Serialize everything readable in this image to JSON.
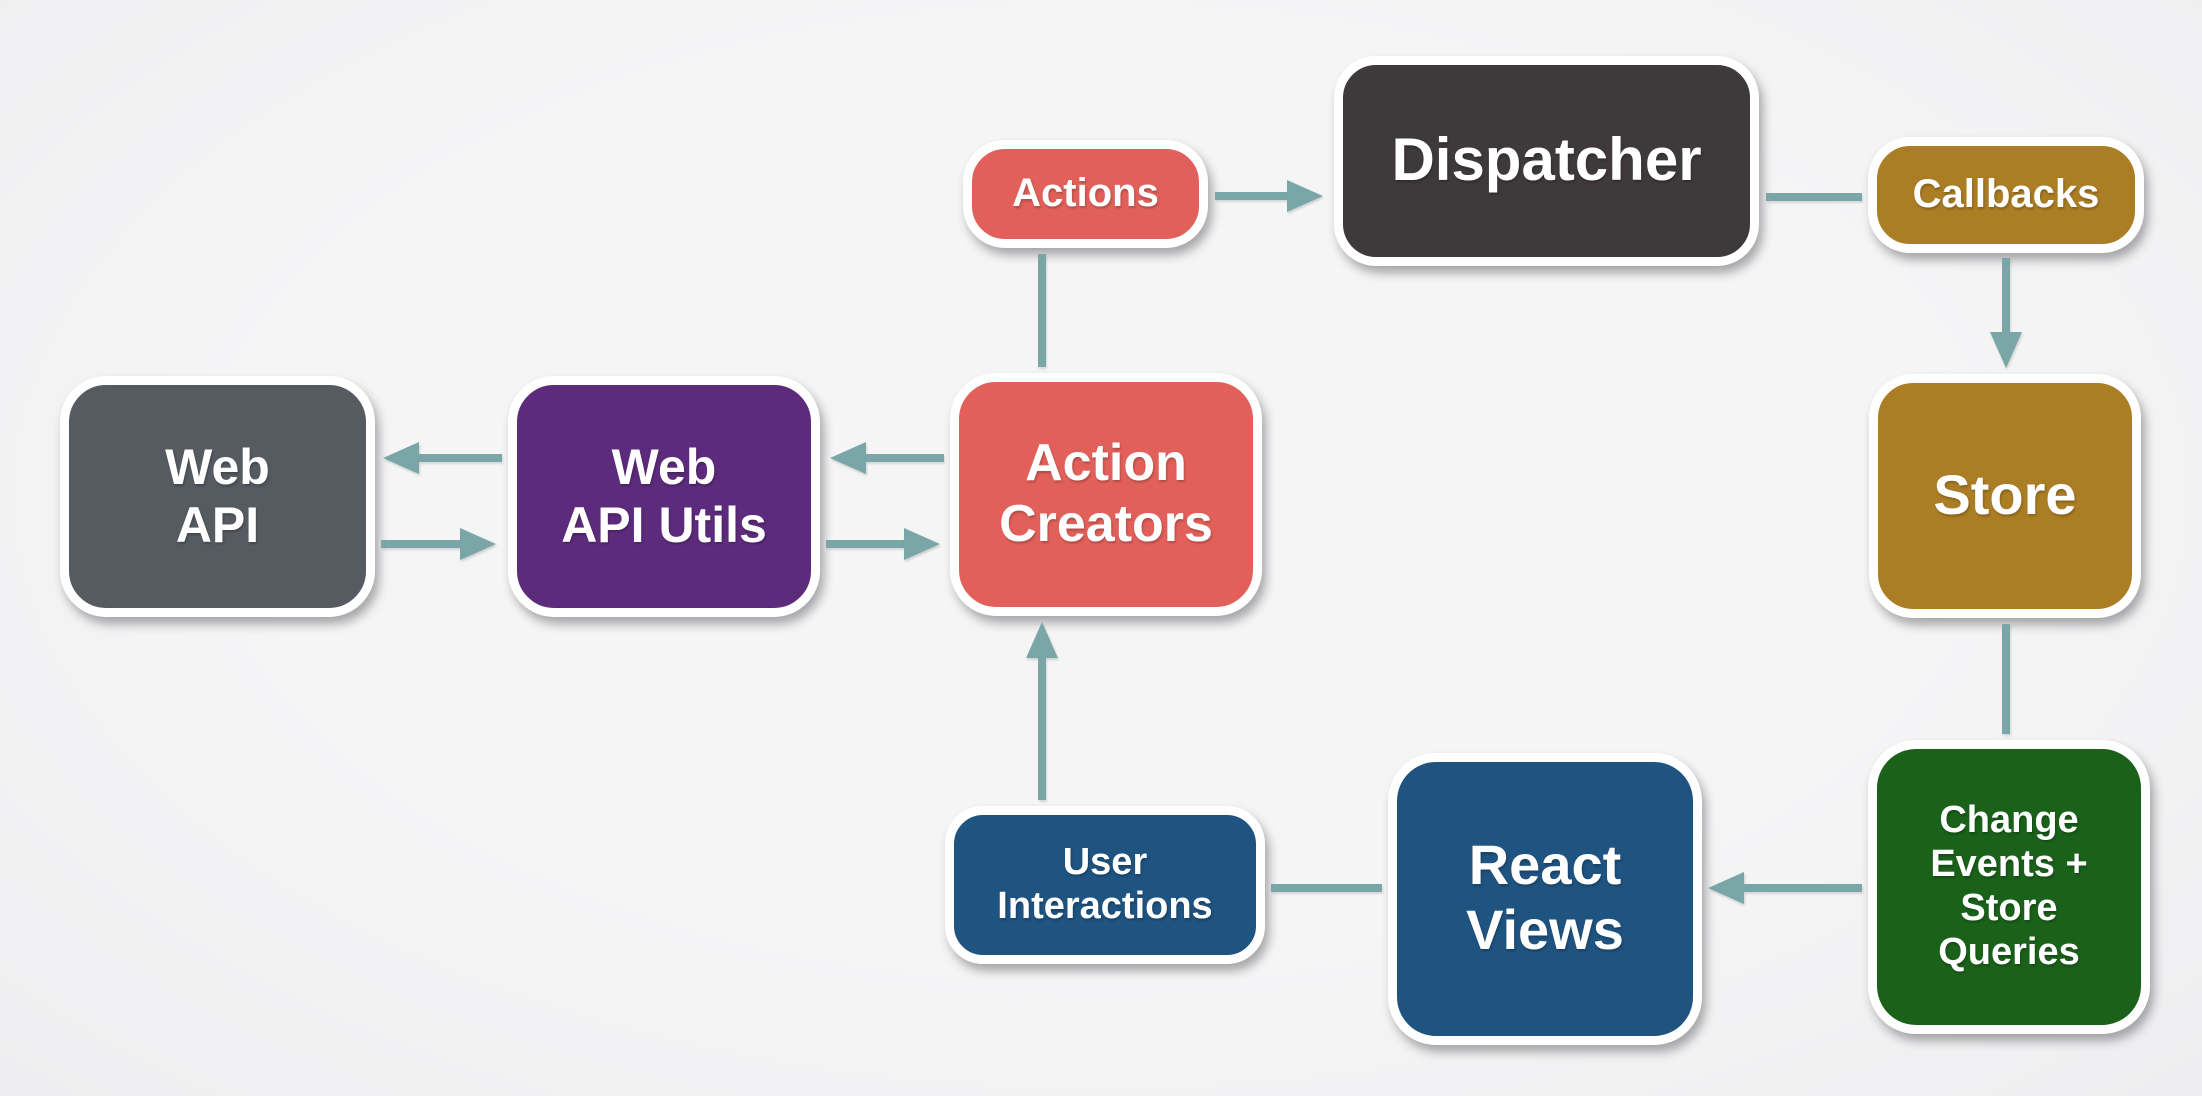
{
  "diagram": {
    "name": "flux-data-flow-diagram",
    "background_color": "#f5f5f6",
    "arrow_color": "#7aa6a8",
    "nodes": [
      {
        "id": "web-api",
        "label": "Web\nAPI",
        "color": "#565b62"
      },
      {
        "id": "web-api-utils",
        "label": "Web\nAPI Utils",
        "color": "#5d2b7c"
      },
      {
        "id": "action-creators",
        "label": "Action\nCreators",
        "color": "#e2605a"
      },
      {
        "id": "actions",
        "label": "Actions",
        "color": "#e2605a"
      },
      {
        "id": "dispatcher",
        "label": "Dispatcher",
        "color": "#3e393b"
      },
      {
        "id": "callbacks",
        "label": "Callbacks",
        "color": "#ab7d24"
      },
      {
        "id": "store",
        "label": "Store",
        "color": "#ab7d24"
      },
      {
        "id": "change-events",
        "label": "Change\nEvents +\nStore\nQueries",
        "color": "#1a611a"
      },
      {
        "id": "react-views",
        "label": "React\nViews",
        "color": "#1f5380"
      },
      {
        "id": "user-interactions",
        "label": "User\nInteractions",
        "color": "#1f5380"
      }
    ],
    "edges": [
      {
        "from": "actions",
        "to": "dispatcher",
        "arrowhead": true
      },
      {
        "from": "dispatcher",
        "to": "callbacks",
        "arrowhead": false
      },
      {
        "from": "callbacks",
        "to": "store",
        "arrowhead": true
      },
      {
        "from": "store",
        "to": "change-events",
        "arrowhead": false
      },
      {
        "from": "change-events",
        "to": "react-views",
        "arrowhead": true
      },
      {
        "from": "react-views",
        "to": "user-interactions",
        "arrowhead": false
      },
      {
        "from": "user-interactions",
        "to": "action-creators",
        "arrowhead": true
      },
      {
        "from": "action-creators",
        "to": "actions",
        "arrowhead": false
      },
      {
        "from": "action-creators",
        "to": "web-api-utils",
        "arrowhead": true
      },
      {
        "from": "web-api-utils",
        "to": "action-creators",
        "arrowhead": true
      },
      {
        "from": "web-api-utils",
        "to": "web-api",
        "arrowhead": true
      },
      {
        "from": "web-api",
        "to": "web-api-utils",
        "arrowhead": true
      }
    ]
  }
}
